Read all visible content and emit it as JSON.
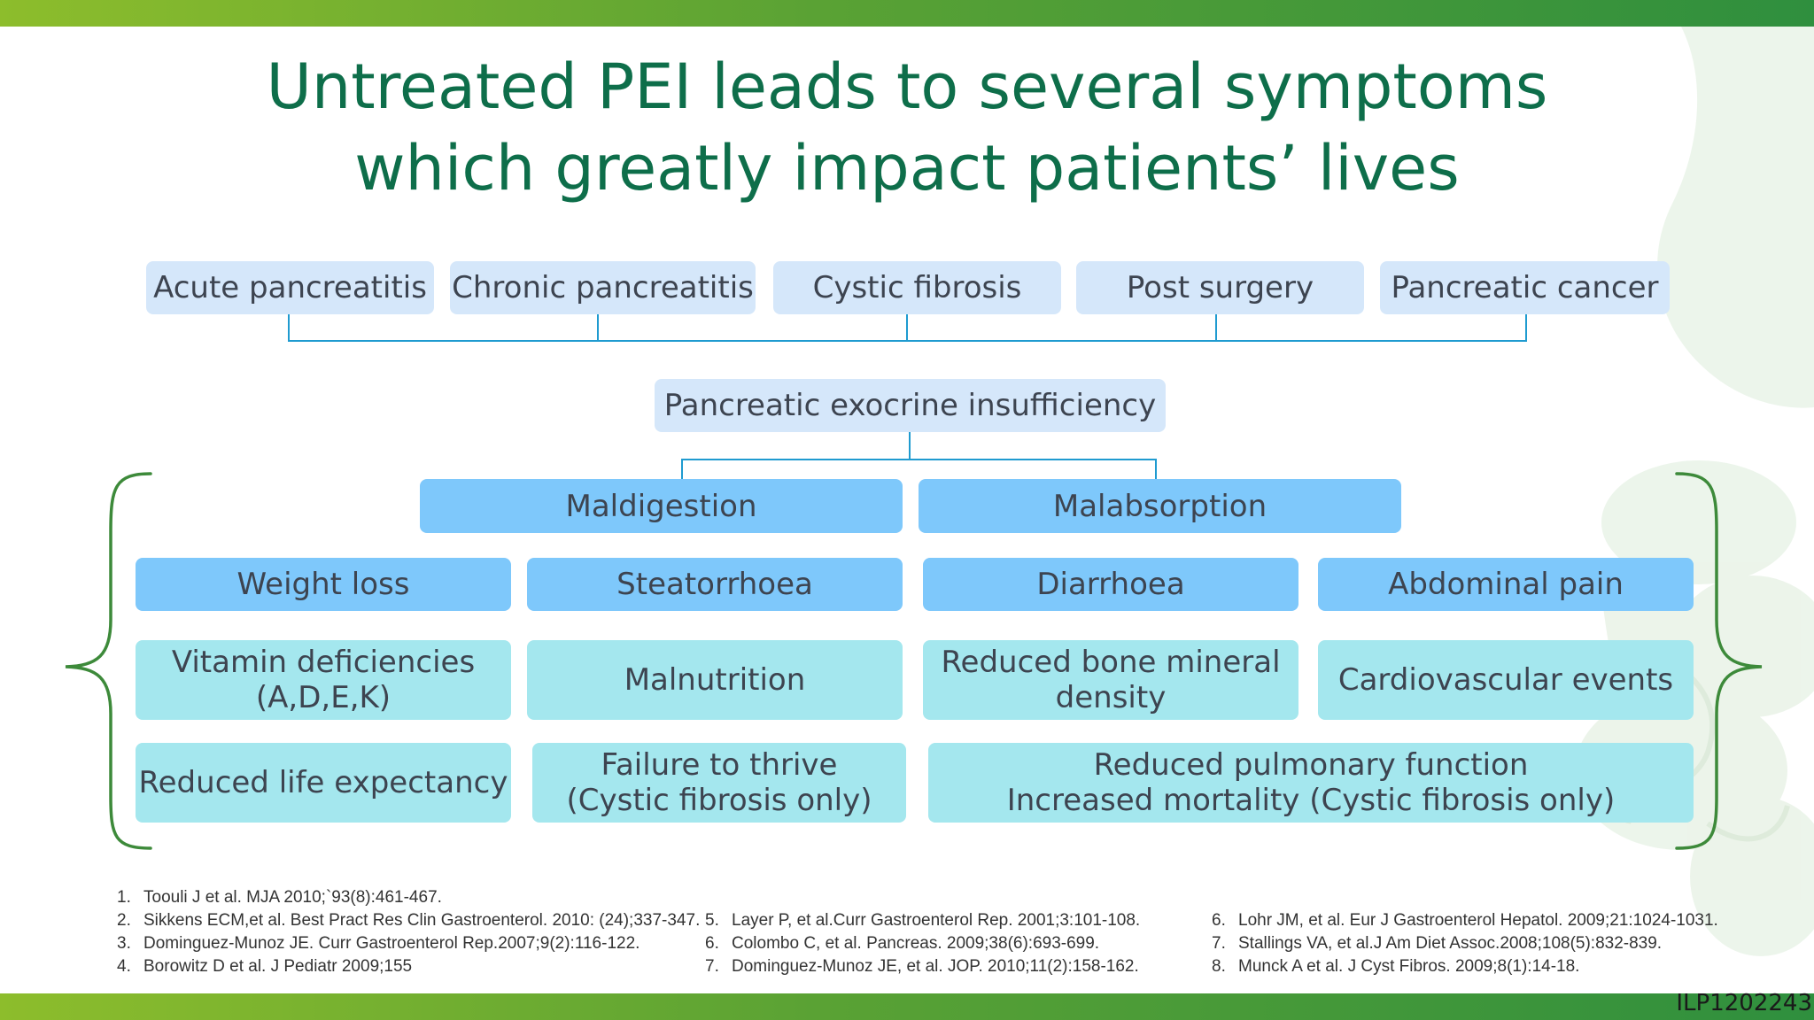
{
  "title": {
    "line1": "Untreated PEI leads to several symptoms",
    "line2": "which greatly impact patients’ lives"
  },
  "causes": [
    "Acute pancreatitis",
    "Chronic pancreatitis",
    "Cystic fibrosis",
    "Post surgery",
    "Pancreatic cancer"
  ],
  "central": "Pancreatic exocrine insufficiency",
  "mechanisms": [
    "Maldigestion",
    "Malabsorption"
  ],
  "symptoms": [
    "Weight loss",
    "Steatorrhoea",
    "Diarrhoea",
    "Abdominal pain"
  ],
  "consequences": {
    "vitamin_l1": "Vitamin deficiencies",
    "vitamin_l2": "(A,D,E,K)",
    "malnutrition": "Malnutrition",
    "bone_l1": "Reduced bone mineral",
    "bone_l2": "density",
    "cardio": "Cardiovascular events",
    "life": "Reduced life expectancy",
    "thrive_l1": "Failure to thrive",
    "thrive_l2": "(Cystic fibrosis only)",
    "pulmonary_l1": "Reduced pulmonary function",
    "pulmonary_l2": "Increased mortality (Cystic fibrosis only)"
  },
  "references": {
    "col1": [
      {
        "num": "1.",
        "text": "Toouli J et al. MJA 2010;`93(8):461-467."
      },
      {
        "num": "2.",
        "text": "Sikkens ECM,et al. Best Pract Res Clin Gastroenterol. 2010: (24);337-347."
      },
      {
        "num": "3.",
        "text": "Dominguez-Munoz JE. Curr Gastroenterol Rep.2007;9(2):116-122."
      },
      {
        "num": "4.",
        "text": "Borowitz D et al. J Pediatr 2009;155"
      }
    ],
    "col2": [
      {
        "num": "5.",
        "text": "Layer P, et al.Curr Gastroenterol Rep. 2001;3:101-108."
      },
      {
        "num": "6.",
        "text": "Colombo C, et al. Pancreas. 2009;38(6):693-699."
      },
      {
        "num": "7.",
        "text": "Dominguez-Munoz JE, et al. JOP. 2010;11(2):158-162."
      }
    ],
    "col3": [
      {
        "num": "6.",
        "text": "Lohr JM, et al. Eur J Gastroenterol Hepatol. 2009;21:1024-1031."
      },
      {
        "num": "7.",
        "text": "Stallings VA, et al.J Am Diet Assoc.2008;108(5):832-839."
      },
      {
        "num": "8.",
        "text": "Munck A et al. J Cyst Fibros. 2009;8(1):14-18."
      }
    ]
  },
  "code": "ILP1202243",
  "colors": {
    "title": "#0e6e4a",
    "cause_box": "#d5e7fa",
    "symptom_box": "#7ec8fb",
    "consequence_box": "#a4e7ee",
    "connector": "#1f9bd0",
    "brace": "#3d8a3a",
    "bar_gradient_start": "#8dbd2c",
    "bar_gradient_end": "#2f8f3e"
  }
}
